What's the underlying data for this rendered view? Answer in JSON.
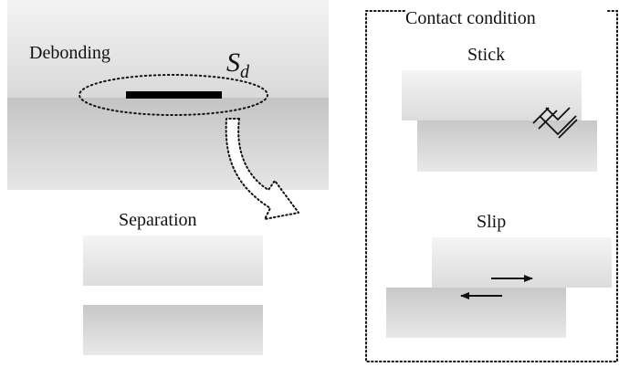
{
  "labels": {
    "debonding": "Debonding",
    "region_symbol": "S",
    "region_subscript": "d",
    "separation": "Separation",
    "contact_condition": "Contact condition",
    "stick": "Stick",
    "slip": "Slip"
  },
  "colors": {
    "upper_light": "#efefef",
    "upper_dark": "#d6d6d6",
    "lower_light": "#c9c9c9",
    "lower_dark": "#e3e3e3",
    "stroke": "#111111"
  }
}
